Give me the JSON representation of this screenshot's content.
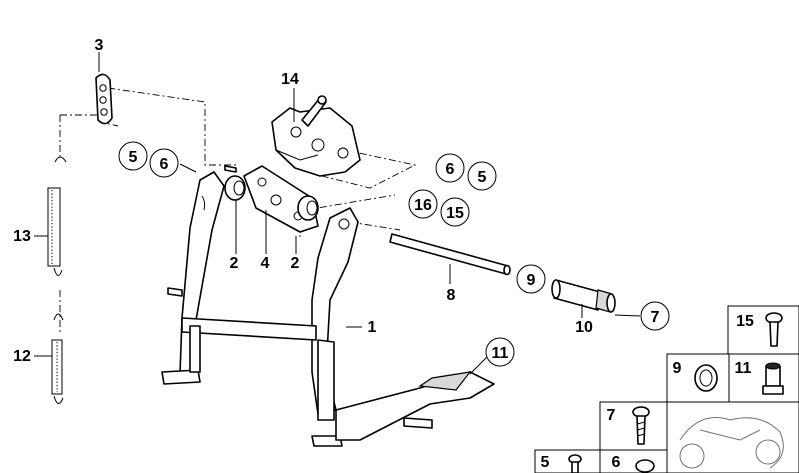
{
  "callouts": {
    "c1": "1",
    "c2a": "2",
    "c2b": "2",
    "c3": "3",
    "c4": "4",
    "c5a": "5",
    "c6a": "6",
    "c6b": "6",
    "c5b": "5",
    "c7": "7",
    "c8": "8",
    "c9": "9",
    "c10": "10",
    "c11": "11",
    "c12": "12",
    "c13": "13",
    "c14": "14",
    "c15": "15",
    "c16": "16"
  },
  "parts_table": {
    "cells": [
      "15",
      "9",
      "11",
      "7",
      "5",
      "6"
    ]
  }
}
